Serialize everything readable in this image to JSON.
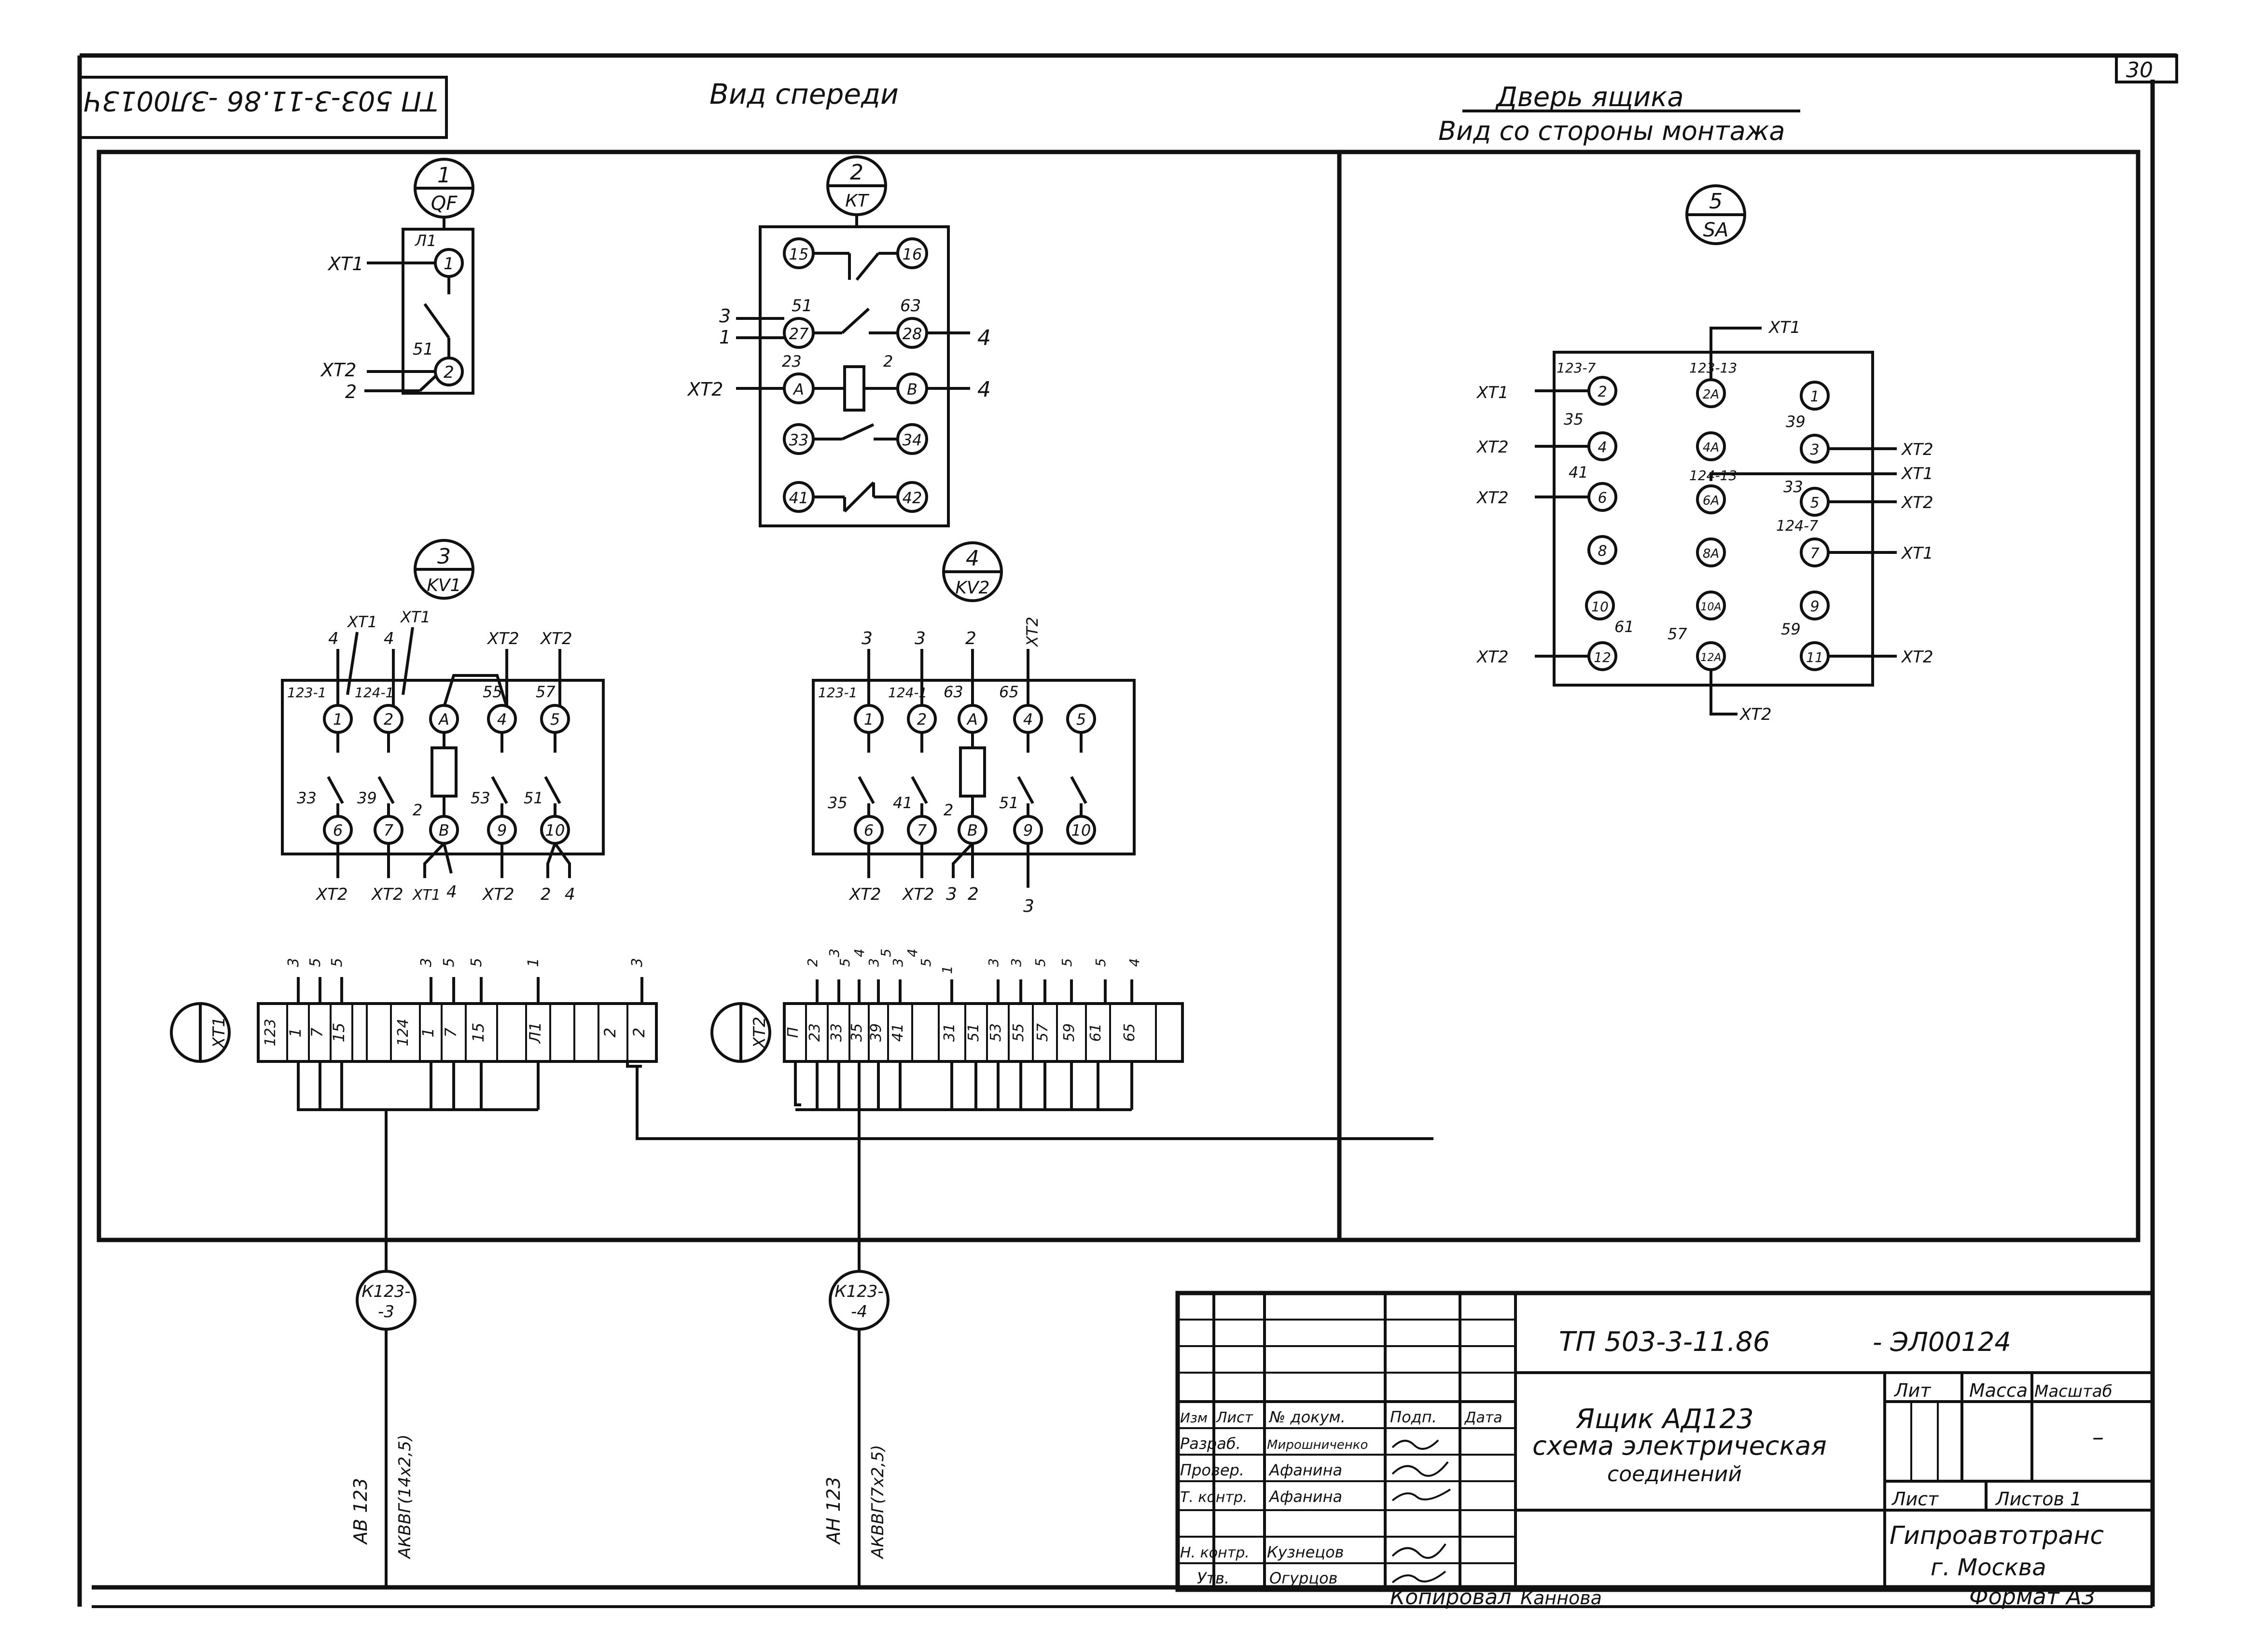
{
  "sheet": {
    "number": "30",
    "rotated_code": "ТП 503-3-11.86 -ЗЛ0013Ч",
    "view_front": "Вид спереди",
    "door_title": "Дверь ящика",
    "door_subtitle": "Вид со стороны монтажа"
  },
  "qf": {
    "num": "1",
    "code": "QF",
    "l1": "Л1",
    "p1": "1",
    "p2": "2",
    "w51": "51",
    "xt1": "ХТ1",
    "xt2": "ХТ2",
    "w2": "2"
  },
  "kt": {
    "num": "2",
    "code": "КТ",
    "t15": "15",
    "t16": "16",
    "t27": "27",
    "t28": "28",
    "tA": "A",
    "tB": "B",
    "t33": "33",
    "t34": "34",
    "t41": "41",
    "t42": "42",
    "w51": "51",
    "w63": "63",
    "w23": "23",
    "w2": "2",
    "w3": "3",
    "w1": "1",
    "w4a": "4",
    "w4b": "4",
    "xt2": "ХТ2"
  },
  "kv1": {
    "num": "3",
    "code": "KV1",
    "top_wires": [
      "4",
      "ХТ1",
      "4",
      "ХТ1",
      "ХТ2",
      "ХТ2"
    ],
    "top_labels": [
      "123-1",
      "124-1",
      "55",
      "57"
    ],
    "terminals_top": [
      "1",
      "2",
      "A",
      "4",
      "5"
    ],
    "terminals_bottom": [
      "6",
      "7",
      "B",
      "9",
      "10"
    ],
    "contact_labels": [
      "33",
      "39",
      "2",
      "53",
      "51"
    ],
    "bottom_wires": [
      "ХТ2",
      "ХТ2",
      "ХТ1",
      "4",
      "ХТ2",
      "2",
      "4"
    ]
  },
  "kv2": {
    "num": "4",
    "code": "KV2",
    "top_wires": [
      "3",
      "3",
      "2",
      "ХТ2"
    ],
    "top_labels": [
      "123-1",
      "124-1",
      "63",
      "65"
    ],
    "terminals_top": [
      "1",
      "2",
      "A",
      "4",
      "5"
    ],
    "terminals_bottom": [
      "6",
      "7",
      "B",
      "9",
      "10"
    ],
    "contact_labels": [
      "35",
      "41",
      "2",
      "51"
    ],
    "bottom_wires": [
      "ХТ2",
      "ХТ2",
      "3",
      "2",
      "3"
    ]
  },
  "sa": {
    "num": "5",
    "code": "SA",
    "col1": [
      "2",
      "4",
      "6",
      "8",
      "10",
      "12"
    ],
    "col2": [
      "2A",
      "4A",
      "6A",
      "8A",
      "10A",
      "12A"
    ],
    "col3": [
      "1",
      "3",
      "5",
      "7",
      "9",
      "11"
    ],
    "labels": {
      "l1": "123-7",
      "l2": "123-13",
      "l3": "35",
      "l4": "41",
      "l5": "124-13",
      "l6": "39",
      "l7": "33",
      "l8": "124-7",
      "l9": "61",
      "l10": "57",
      "l11": "59"
    },
    "xt1": "ХТ1",
    "xt2": "ХТ2"
  },
  "xt1_strip": {
    "name": "ХТ1",
    "cells": [
      "123",
      "1",
      "7",
      "15",
      "",
      "124",
      "1",
      "7",
      "15",
      "",
      "Л1",
      "",
      "2",
      "2"
    ],
    "wires": [
      "3",
      "5",
      "5",
      "3",
      "5",
      "5",
      "1",
      "3"
    ]
  },
  "xt2_strip": {
    "name": "ХТ2",
    "cells": [
      "П",
      "23",
      "33",
      "35",
      "39",
      "41",
      "",
      "31",
      "51",
      "53",
      "55",
      "57",
      "59",
      "61",
      "65",
      ""
    ],
    "wires": [
      "2",
      "3",
      "5",
      "4",
      "3",
      "5",
      "3",
      "4",
      "5",
      "1",
      "3",
      "3",
      "5",
      "5",
      "5",
      "4"
    ]
  },
  "cables": {
    "c1": {
      "code1": "К123-",
      "code2": "-3",
      "name": "АВ 123",
      "type": "АКВВГ(14х2,5)"
    },
    "c2": {
      "code1": "К123-",
      "code2": "-4",
      "name": "АН 123",
      "type": "АКВВГ(7х2,5)"
    }
  },
  "title_block": {
    "doc_code": "ТП 503-3-11.86",
    "doc_suffix": "- ЭЛ00124",
    "title_line1": "Ящик АД123",
    "title_line2": "схема электрическая",
    "title_line3": "соединений",
    "hdr_izm": "Изм",
    "hdr_list": "Лист",
    "hdr_doc": "№ докум.",
    "hdr_sign": "Подп.",
    "hdr_date": "Дата",
    "roles": [
      "Разраб.",
      "Провер.",
      "Т. контр.",
      "Н. контр.",
      "Утв."
    ],
    "names": [
      "Мирошниченко",
      "Афанина",
      "Афанина",
      "Кузнецов",
      "Огурцов"
    ],
    "lit": "Лит",
    "massa": "Масса",
    "masshtab": "Масштаб",
    "dash": "–",
    "list": "Лист",
    "listov": "Листов 1",
    "org1": "Гипроавтотранс",
    "org2": "г. Москва"
  },
  "footer": {
    "copied": "Копировал",
    "copier": "Каннова",
    "format": "Формат А3"
  }
}
